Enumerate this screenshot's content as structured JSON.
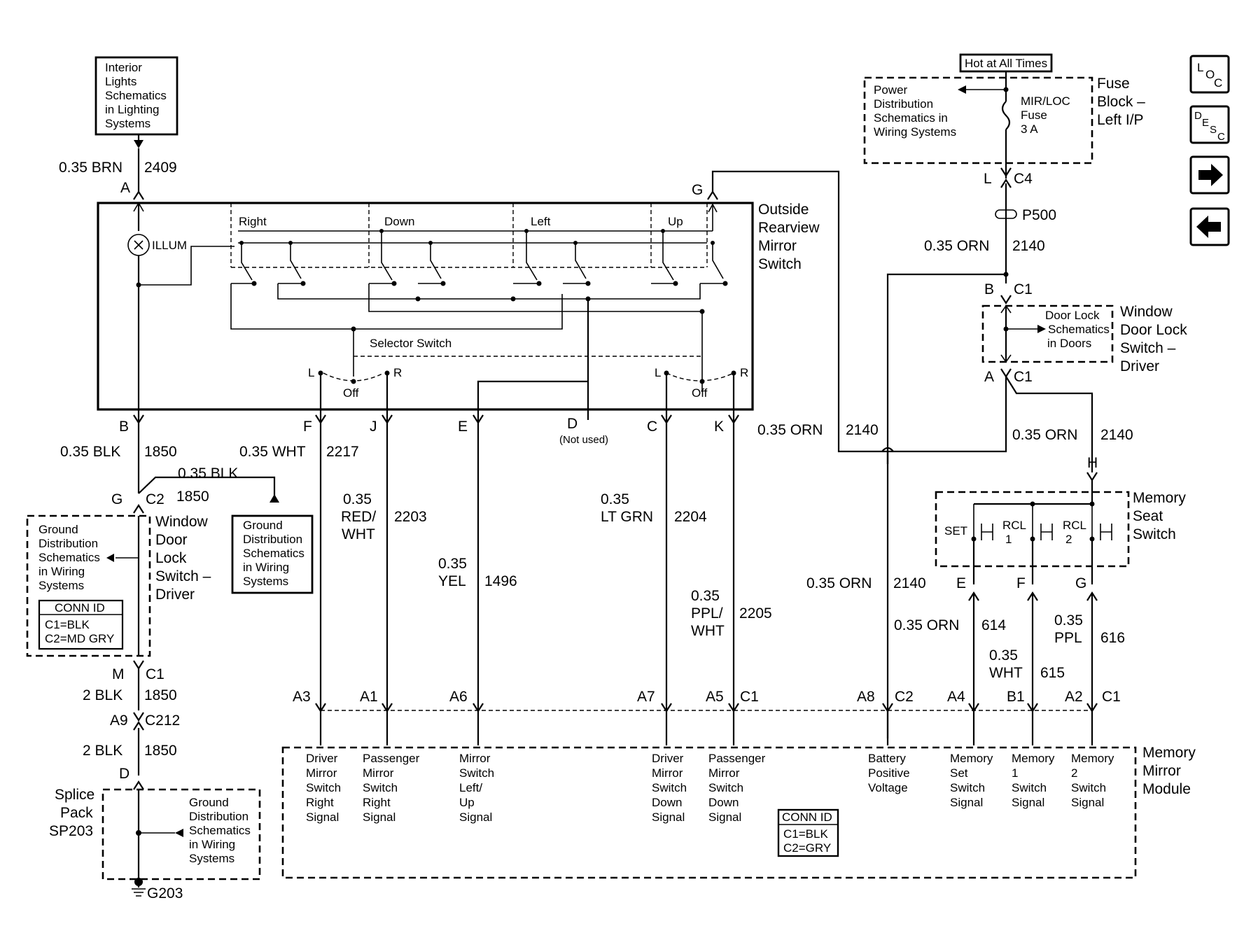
{
  "interior_ref": [
    "Interior",
    "Lights",
    "Schematics",
    "in Lighting",
    "Systems"
  ],
  "fuse_block": {
    "hot_label": "Hot at All Times",
    "power_ref": [
      "Power",
      "Distribution",
      "Schematics in",
      "Wiring Systems"
    ],
    "fuse_label": [
      "MIR/LOC",
      "Fuse",
      "3 A"
    ],
    "name": [
      "Fuse",
      "Block –",
      "Left I/P"
    ]
  },
  "nav": {
    "loc": [
      "L",
      "O",
      "C"
    ],
    "desc": [
      "D",
      "E",
      "S",
      "C"
    ]
  },
  "switch": {
    "name": [
      "Outside",
      "Rearview",
      "Mirror",
      "Switch"
    ],
    "illum": "ILLUM",
    "sections": [
      "Right",
      "Down",
      "Left",
      "Up"
    ],
    "selector": "Selector Switch",
    "pos_l": "L",
    "pos_off": "Off",
    "pos_r": "R",
    "terminal_a": "A",
    "terminal_g": "G",
    "terminals": [
      {
        "pin": "B",
        "note": ""
      },
      {
        "pin": "F",
        "note": ""
      },
      {
        "pin": "J",
        "note": ""
      },
      {
        "pin": "E",
        "note": ""
      },
      {
        "pin": "D",
        "note": "(Not used)"
      },
      {
        "pin": "C",
        "note": ""
      },
      {
        "pin": "K",
        "note": ""
      }
    ]
  },
  "wires": {
    "w2409": {
      "gauge": "0.35 BRN",
      "circuit": "2409"
    },
    "w1850a": {
      "gauge": "0.35 BLK",
      "circuit": "1850"
    },
    "w1850b": {
      "gauge": "0.35 BLK",
      "circuit": "1850"
    },
    "w2217": {
      "gauge": "0.35 WHT",
      "circuit": "2217"
    },
    "w2203": {
      "gauge": [
        "0.35",
        "RED/",
        "WHT"
      ],
      "circuit": "2203"
    },
    "w1496": {
      "gauge": [
        "0.35",
        "YEL"
      ],
      "circuit": "1496"
    },
    "w2204": {
      "gauge": [
        "0.35",
        "LT GRN"
      ],
      "circuit": "2204"
    },
    "w2205": {
      "gauge": [
        "0.35",
        "PPL/",
        "WHT"
      ],
      "circuit": "2205"
    },
    "w2140a": {
      "gauge": "0.35 ORN",
      "circuit": "2140"
    },
    "w2140b": {
      "gauge": "0.35 ORN",
      "circuit": "2140"
    },
    "w2140c": {
      "gauge": "0.35 ORN",
      "circuit": "2140"
    },
    "w2140d": {
      "gauge": "0.35 ORN",
      "circuit": "2140"
    },
    "w614": {
      "gauge": "0.35 ORN",
      "circuit": "614"
    },
    "w615": {
      "gauge": [
        "0.35",
        "WHT"
      ],
      "circuit": "615"
    },
    "w616": {
      "gauge": [
        "0.35",
        "PPL"
      ],
      "circuit": "616"
    },
    "w1850c": {
      "gauge": "2 BLK",
      "circuit": "1850"
    },
    "w1850d": {
      "gauge": "2 BLK",
      "circuit": "1850"
    }
  },
  "connectors": {
    "c4_l": "L",
    "c4": "C4",
    "p500": "P500",
    "c1_b": "B",
    "c1_a": "A",
    "c1": "C1",
    "c1_a_label": "C1",
    "wdl_g": "G",
    "c2": "C2",
    "wdl_m": "M",
    "wdl_c1": "C1",
    "a9": "A9",
    "c212": "C212",
    "sp_d": "D",
    "g203": "G203",
    "mem_h": "H",
    "mem_e": "E",
    "mem_f": "F",
    "mem_g": "G"
  },
  "window_switch_right": {
    "name": [
      "Window",
      "Door Lock",
      "Switch –",
      "Driver"
    ],
    "ref": [
      "Door Lock",
      "Schematics",
      "in Doors"
    ]
  },
  "window_switch_left": {
    "name": [
      "Window",
      "Door",
      "Lock",
      "Switch –",
      "Driver"
    ],
    "ref": [
      "Ground",
      "Distribution",
      "Schematics",
      "in Wiring",
      "Systems"
    ],
    "conn_id": "CONN ID",
    "conn1": "C1=BLK",
    "conn2": "C2=MD GRY"
  },
  "ground_ref_mid": [
    "Ground",
    "Distribution",
    "Schematics",
    "in Wiring",
    "Systems"
  ],
  "memory_seat": {
    "name": [
      "Memory",
      "Seat",
      "Switch"
    ],
    "set": "SET",
    "rcl1": [
      "RCL",
      "1"
    ],
    "rcl2": [
      "RCL",
      "2"
    ]
  },
  "splice": {
    "name": [
      "Splice",
      "Pack",
      "SP203"
    ],
    "ref": [
      "Ground",
      "Distribution",
      "Schematics",
      "in Wiring",
      "Systems"
    ]
  },
  "module": {
    "name": [
      "Memory",
      "Mirror",
      "Module"
    ],
    "pins": [
      "A3",
      "A1",
      "A6",
      "A7",
      "A5",
      "A8",
      "A4",
      "B1",
      "A2"
    ],
    "conn_c1": "C1",
    "conn_c2": "C2",
    "conn_c1b": "C1",
    "signals": [
      [
        "Driver",
        "Mirror",
        "Switch",
        "Right",
        "Signal"
      ],
      [
        "Passenger",
        "Mirror",
        "Switch",
        "Right",
        "Signal"
      ],
      [
        "Mirror",
        "Switch",
        "Left/",
        "Up",
        "Signal"
      ],
      [
        "Driver",
        "Mirror",
        "Switch",
        "Down",
        "Signal"
      ],
      [
        "Passenger",
        "Mirror",
        "Switch",
        "Down",
        "Signal"
      ],
      [
        "Battery",
        "Positive",
        "Voltage"
      ],
      [
        "Memory",
        "Set",
        "Switch",
        "Signal"
      ],
      [
        "Memory",
        "1",
        "Switch",
        "Signal"
      ],
      [
        "Memory",
        "2",
        "Switch",
        "Signal"
      ]
    ],
    "conn_id": "CONN ID",
    "conn1": "C1=BLK",
    "conn2": "C2=GRY"
  }
}
